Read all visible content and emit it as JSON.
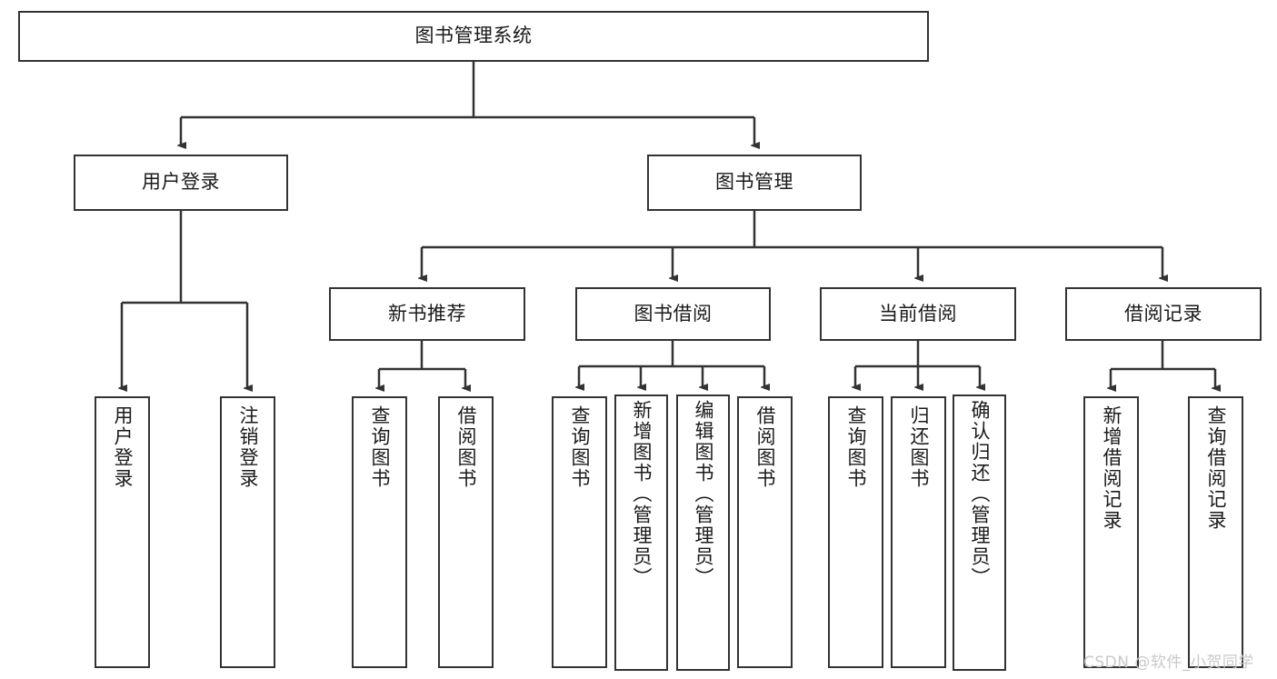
{
  "diagram": {
    "type": "hierarchy-tree",
    "title": "图书管理系统",
    "watermark": "CSDN @软件_小贺同学",
    "colors": {
      "box_border": "#333333",
      "box_fill": "#ffffff",
      "edge": "#333333",
      "text": "#1a1a1a",
      "watermark": "#c9c9c9",
      "background": "#ffffff"
    },
    "nodes": {
      "root": {
        "label": "图书管理系统"
      },
      "level1": [
        {
          "label": "用户登录"
        },
        {
          "label": "图书管理"
        }
      ],
      "level2": [
        {
          "label": "新书推荐"
        },
        {
          "label": "图书借阅"
        },
        {
          "label": "当前借阅"
        },
        {
          "label": "借阅记录"
        }
      ],
      "leaves_user_login": [
        {
          "label": "用户登录"
        },
        {
          "label": "注销登录"
        }
      ],
      "leaves_new_book": [
        {
          "label": "查询图书"
        },
        {
          "label": "借阅图书"
        }
      ],
      "leaves_borrow": [
        {
          "label": "查询图书"
        },
        {
          "label": "新增图书（管理员）"
        },
        {
          "label": "编辑图书（管理员）"
        },
        {
          "label": "借阅图书"
        }
      ],
      "leaves_current": [
        {
          "label": "查询图书"
        },
        {
          "label": "归还图书"
        },
        {
          "label": "确认归还（管理员）"
        }
      ],
      "leaves_records": [
        {
          "label": "新增借阅记录"
        },
        {
          "label": "查询借阅记录"
        }
      ]
    }
  }
}
